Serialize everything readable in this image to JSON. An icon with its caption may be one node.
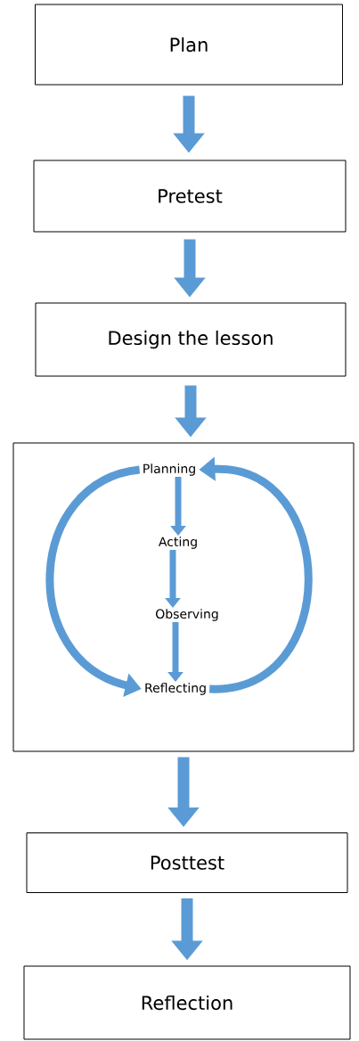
{
  "diagram": {
    "nodes": [
      {
        "text": [
          "Plan"
        ]
      },
      {
        "text": [
          "Pretest"
        ]
      },
      {
        "text": [
          "Design the lesson"
        ]
      },
      {
        "text": [],
        "shape": "box"
      },
      {
        "text": [
          "Planning"
        ],
        "in": 3
      },
      {
        "text": [
          "Acting"
        ],
        "in": 3
      },
      {
        "text": [
          "Observing"
        ],
        "in": 3
      },
      {
        "text": [
          "Reflecting"
        ],
        "in": 3
      },
      {
        "text": [
          "Posttest"
        ]
      },
      {
        "text": [
          "Reflection"
        ]
      }
    ],
    "edges": [
      {
        "from": 0,
        "to": 1,
        "arrow": "to"
      },
      {
        "from": 1,
        "to": 2,
        "arrow": "to"
      },
      {
        "from": 2,
        "to": 3,
        "arrow": "to"
      },
      {
        "from": 4,
        "to": 5,
        "arrow": "to"
      },
      {
        "from": 5,
        "to": 6,
        "arrow": "to"
      },
      {
        "from": 6,
        "to": 7,
        "arrow": "to"
      },
      {
        "from": 4,
        "to": 7,
        "arrow": "to"
      },
      {
        "from": 7,
        "to": 4,
        "arrow": "to"
      },
      {
        "from": 3,
        "to": 8,
        "arrow": "to"
      },
      {
        "from": 8,
        "to": 9,
        "arrow": "to"
      }
    ]
  }
}
